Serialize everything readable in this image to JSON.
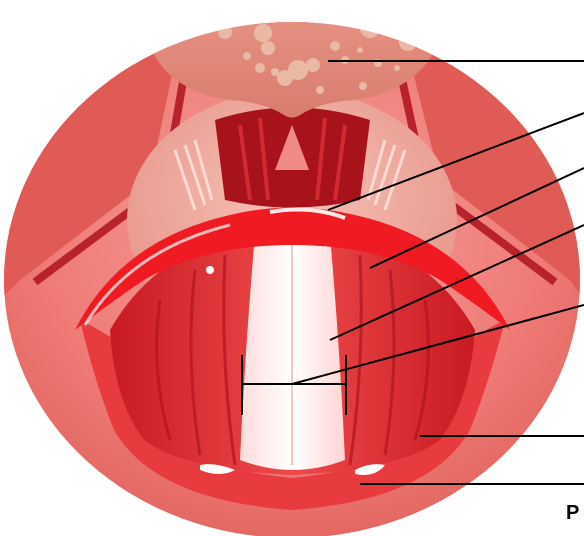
{
  "diagram": {
    "edge_label": "P",
    "colors": {
      "outer_tissue": "#f07c78",
      "cavity_pink": "#f2a9a0",
      "muscle_red": "#d8232a",
      "bright_red": "#f0121b",
      "fold_white": "#ffffff",
      "spot": "#e8b8a2",
      "leader_line": "#000000"
    },
    "icons": [
      "epiglottis-shape",
      "vocal-fold-shape",
      "glottis-opening",
      "arytenoid-cartilage-shape"
    ]
  }
}
